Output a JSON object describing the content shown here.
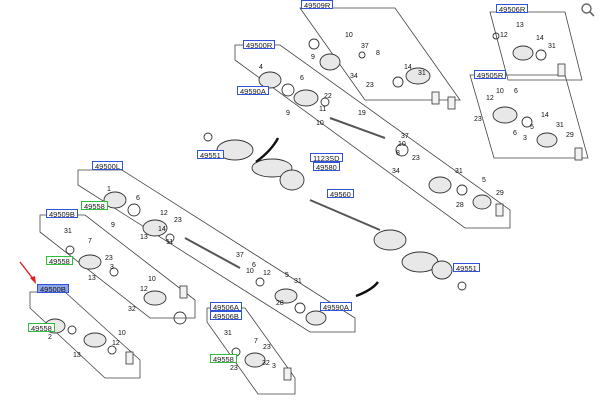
{
  "refs": {
    "r49509R": "49509R",
    "r49506R": "49506R",
    "r49500R": "49500R",
    "r49505R": "49505R",
    "r49590A_top": "49590A",
    "r49551_top": "49551",
    "r1123SD": "1123SD",
    "r49580": "49580",
    "r49560": "49560",
    "r49500L": "49500L",
    "r49558_a": "49558",
    "r49509B": "49509B",
    "r49558_b": "49558",
    "r49551_right": "49551",
    "r49500B": "49500B",
    "r49558_c": "49558",
    "r49506A": "49506A",
    "r49506B": "49506B",
    "r49590A_bottom": "49590A",
    "r49558_d": "49558"
  },
  "nums": {
    "n1": "10",
    "n2": "37",
    "n3": "8",
    "n4": "9",
    "n5": "34",
    "n6": "14",
    "n7": "31",
    "n8": "23",
    "n9": "13",
    "n10": "12",
    "n11": "14",
    "n12": "31",
    "n13": "4",
    "n14": "6",
    "n15": "22",
    "n16": "9",
    "n17": "10",
    "n18": "19",
    "n19": "11",
    "n20": "10",
    "n21": "12",
    "n22": "6",
    "n23": "23",
    "n24": "3",
    "n25": "14",
    "n26": "31",
    "n27": "5",
    "n28": "6",
    "n29": "29",
    "n30": "23",
    "n31": "8",
    "n32": "10",
    "n33": "37",
    "n34": "34",
    "n35": "31",
    "n36": "28",
    "n37": "5",
    "n38": "29",
    "n39": "1",
    "n40": "6",
    "n41": "12",
    "n42": "23",
    "n43": "13",
    "n44": "11",
    "n45": "14",
    "n46": "9",
    "n47": "31",
    "n48": "7",
    "n49": "23",
    "n50": "3",
    "n51": "13",
    "n52": "32",
    "n53": "37",
    "n54": "10",
    "n55": "6",
    "n56": "12",
    "n57": "5",
    "n58": "31",
    "n59": "28",
    "n60": "10",
    "n61": "12",
    "n62": "2",
    "n63": "13",
    "n64": "10",
    "n65": "12",
    "n66": "7",
    "n67": "32",
    "n68": "31",
    "n69": "23",
    "n70": "3",
    "n71": "23"
  },
  "colors": {
    "link_border": "#2f54d9",
    "link_highlight": "#2fbf3a",
    "selected_fill": "#8ea4e8",
    "arrow": "#e02020"
  },
  "icons": {
    "zoom": "zoom-icon",
    "pointer": "red-arrow-icon"
  }
}
